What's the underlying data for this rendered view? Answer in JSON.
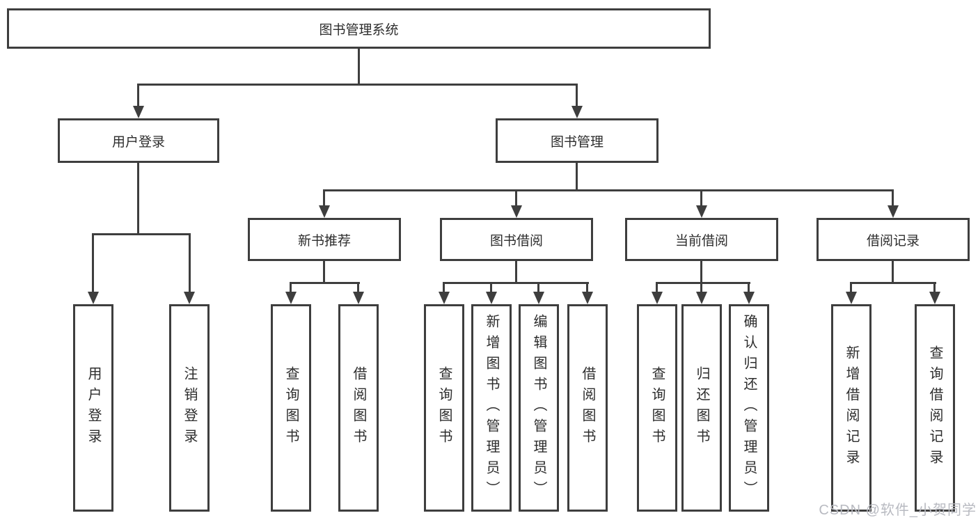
{
  "diagram": {
    "root": {
      "label": "图书管理系统"
    },
    "level2": [
      {
        "label": "用户登录"
      },
      {
        "label": "图书管理"
      }
    ],
    "level3": [
      {
        "label": "新书推荐"
      },
      {
        "label": "图书借阅"
      },
      {
        "label": "当前借阅"
      },
      {
        "label": "借阅记录"
      }
    ],
    "leaves": {
      "user": [
        "用户登录",
        "注销登录"
      ],
      "newbook": [
        "查询图书",
        "借阅图书"
      ],
      "borrow": [
        "查询图书",
        "新增图书（管理员）",
        "编辑图书（管理员）",
        "借阅图书"
      ],
      "current": [
        "查询图书",
        "归还图书",
        "确认归还（管理员）"
      ],
      "record": [
        "新增借阅记录",
        "查询借阅记录"
      ]
    }
  },
  "watermark": {
    "text": "CSDN @软件_小贺同学"
  },
  "colors": {
    "line": "#3e3e3e",
    "text": "#2d2d2d",
    "background": "#ffffff",
    "watermark": "#b8bac1"
  }
}
